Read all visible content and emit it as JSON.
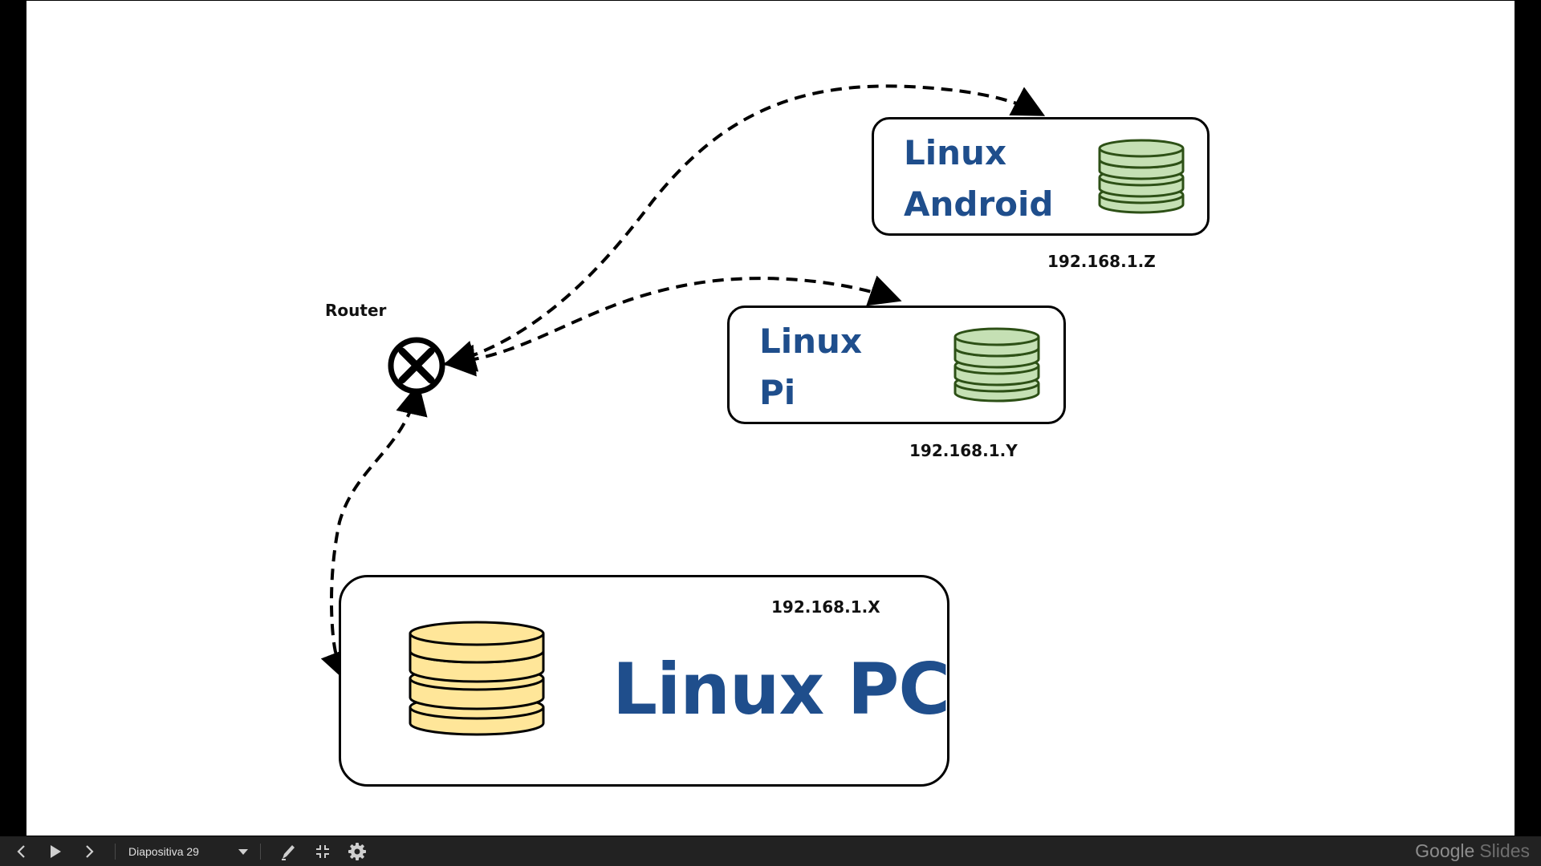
{
  "slide": {
    "router": {
      "label": "Router"
    },
    "pc": {
      "title": "Linux PC",
      "ip": "192.168.1.X",
      "db_color": "#ffe699",
      "db_stroke": "#000000"
    },
    "pi": {
      "title_line1": "Linux",
      "title_line2": "Pi",
      "ip": "192.168.1.Y",
      "db_color": "#c5e0b4",
      "db_stroke": "#2d5016"
    },
    "android": {
      "title_line1": "Linux",
      "title_line2": "Android",
      "ip": "192.168.1.Z",
      "db_color": "#c5e0b4",
      "db_stroke": "#2d5016"
    },
    "title_color": "#1f4e8c"
  },
  "toolbar": {
    "slide_label": "Diapositiva 29",
    "brand_google": "Google",
    "brand_slides": "Slides",
    "icons": [
      "prev-icon",
      "play-icon",
      "next-icon",
      "dropdown-icon",
      "pen-icon",
      "exit-fullscreen-icon",
      "gear-icon"
    ]
  }
}
